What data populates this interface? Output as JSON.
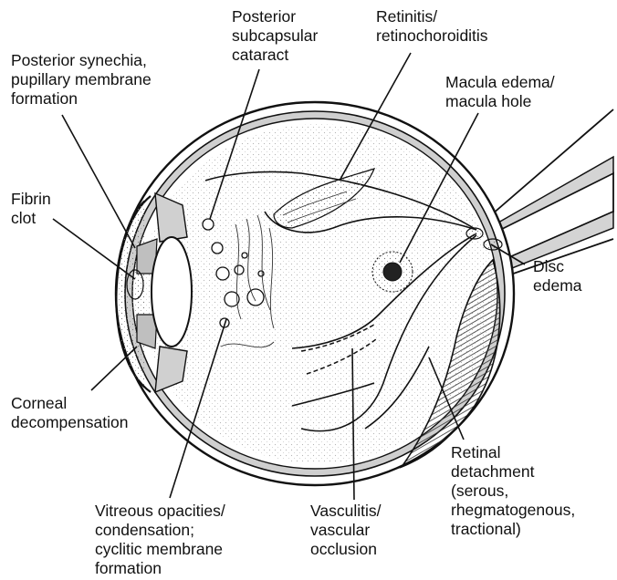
{
  "labels": {
    "posterior_synechia": [
      "Posterior synechia,",
      "pupillary membrane",
      "formation"
    ],
    "posterior_subcapsular": [
      "Posterior",
      "subcapsular",
      "cataract"
    ],
    "retinitis": [
      "Retinitis/",
      "retinochoroiditis"
    ],
    "macula": [
      "Macula edema/",
      "macula hole"
    ],
    "fibrin": [
      "Fibrin",
      "clot"
    ],
    "disc": [
      "Disc",
      "edema"
    ],
    "corneal": [
      "Corneal",
      "decompensation"
    ],
    "retinal_detachment": [
      "Retinal",
      "detachment",
      "(serous,",
      "rhegmatogenous,",
      "tractional)"
    ],
    "vitreous": [
      "Vitreous opacities/",
      "condensation;",
      "cyclitic membrane",
      "formation"
    ],
    "vasculitis": [
      "Vasculitis/",
      "vascular",
      "occlusion"
    ]
  }
}
